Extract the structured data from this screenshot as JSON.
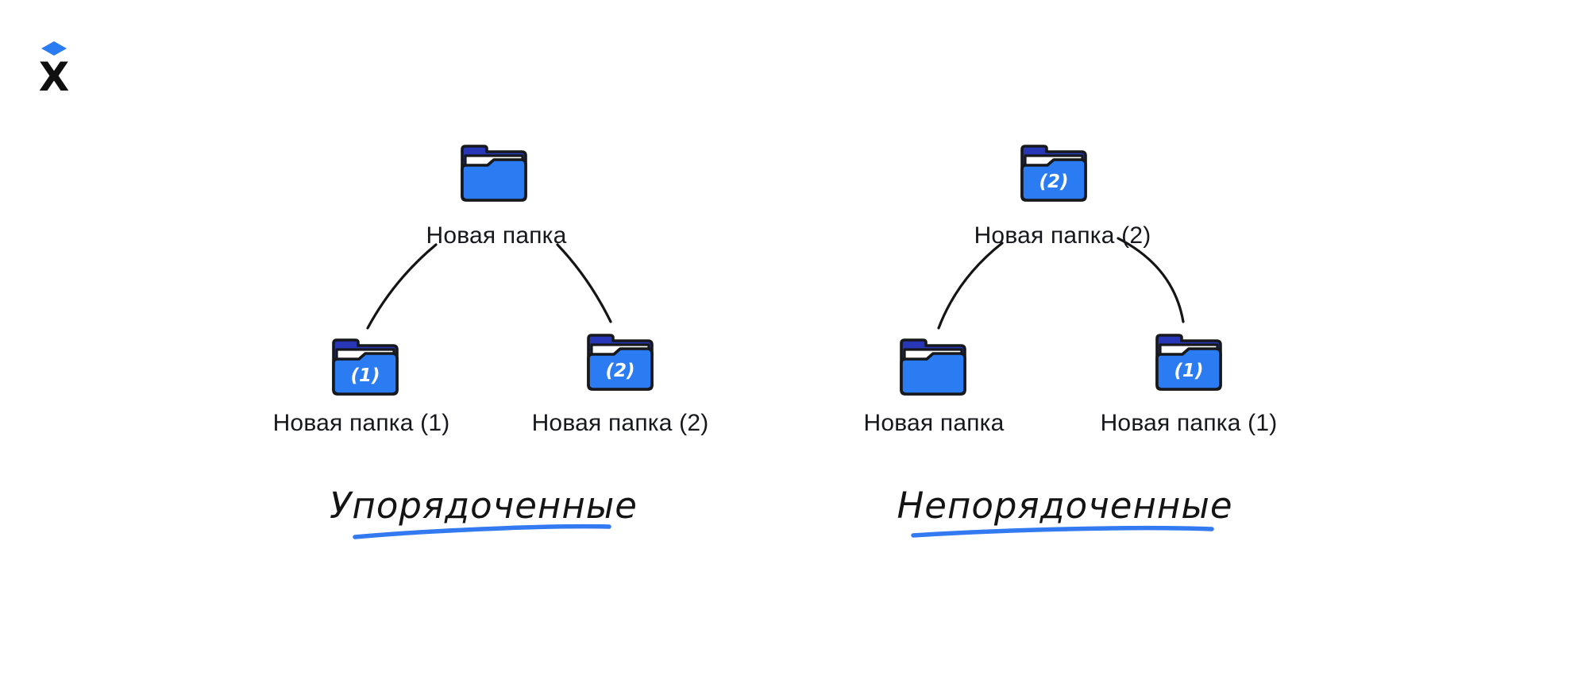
{
  "colors": {
    "background": "#ffffff",
    "accent": "#2b7bf3",
    "folderFront": "#2b7bf3",
    "folderBack": "#2737b8",
    "outline": "#17181c",
    "text": "#17181c",
    "underline": "#3279f2"
  },
  "logo": {
    "letter": "X"
  },
  "trees": [
    {
      "caption": "Упорядоченные",
      "root": {
        "label": "Новая папка",
        "badge": ""
      },
      "children": [
        {
          "label": "Новая папка (1)",
          "badge": "(1)"
        },
        {
          "label": "Новая папка (2)",
          "badge": "(2)"
        }
      ]
    },
    {
      "caption": "Непорядоченные",
      "root": {
        "label": "Новая папка (2)",
        "badge": "(2)"
      },
      "children": [
        {
          "label": "Новая папка",
          "badge": ""
        },
        {
          "label": "Новая папка (1)",
          "badge": "(1)"
        }
      ]
    }
  ]
}
